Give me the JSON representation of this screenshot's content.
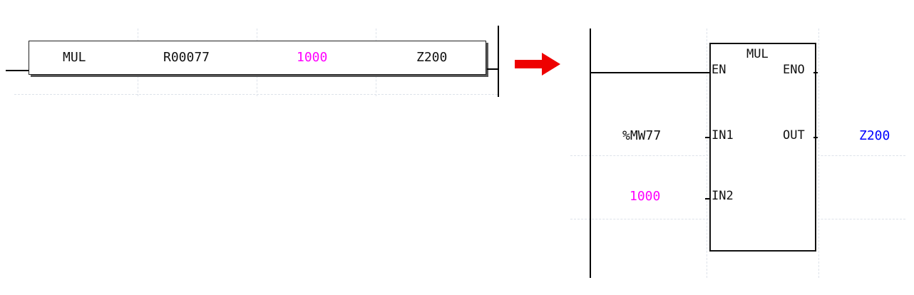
{
  "left_rung": {
    "instruction": "MUL",
    "operand_source": "R00077",
    "operand_constant": "1000",
    "operand_dest": "Z200",
    "constant_color": "#ff00ff"
  },
  "arrow": {
    "icon": "right-arrow-icon",
    "color": "#ee0000"
  },
  "function_block": {
    "name": "MUL",
    "pin_en": "EN",
    "pin_eno": "ENO",
    "pin_in1": "IN1",
    "pin_in2": "IN2",
    "pin_out": "OUT",
    "input1_value": "%MW77",
    "input2_value": "1000",
    "output_value": "Z200",
    "input2_color": "#ff00ff",
    "output_color": "#0000ff"
  }
}
